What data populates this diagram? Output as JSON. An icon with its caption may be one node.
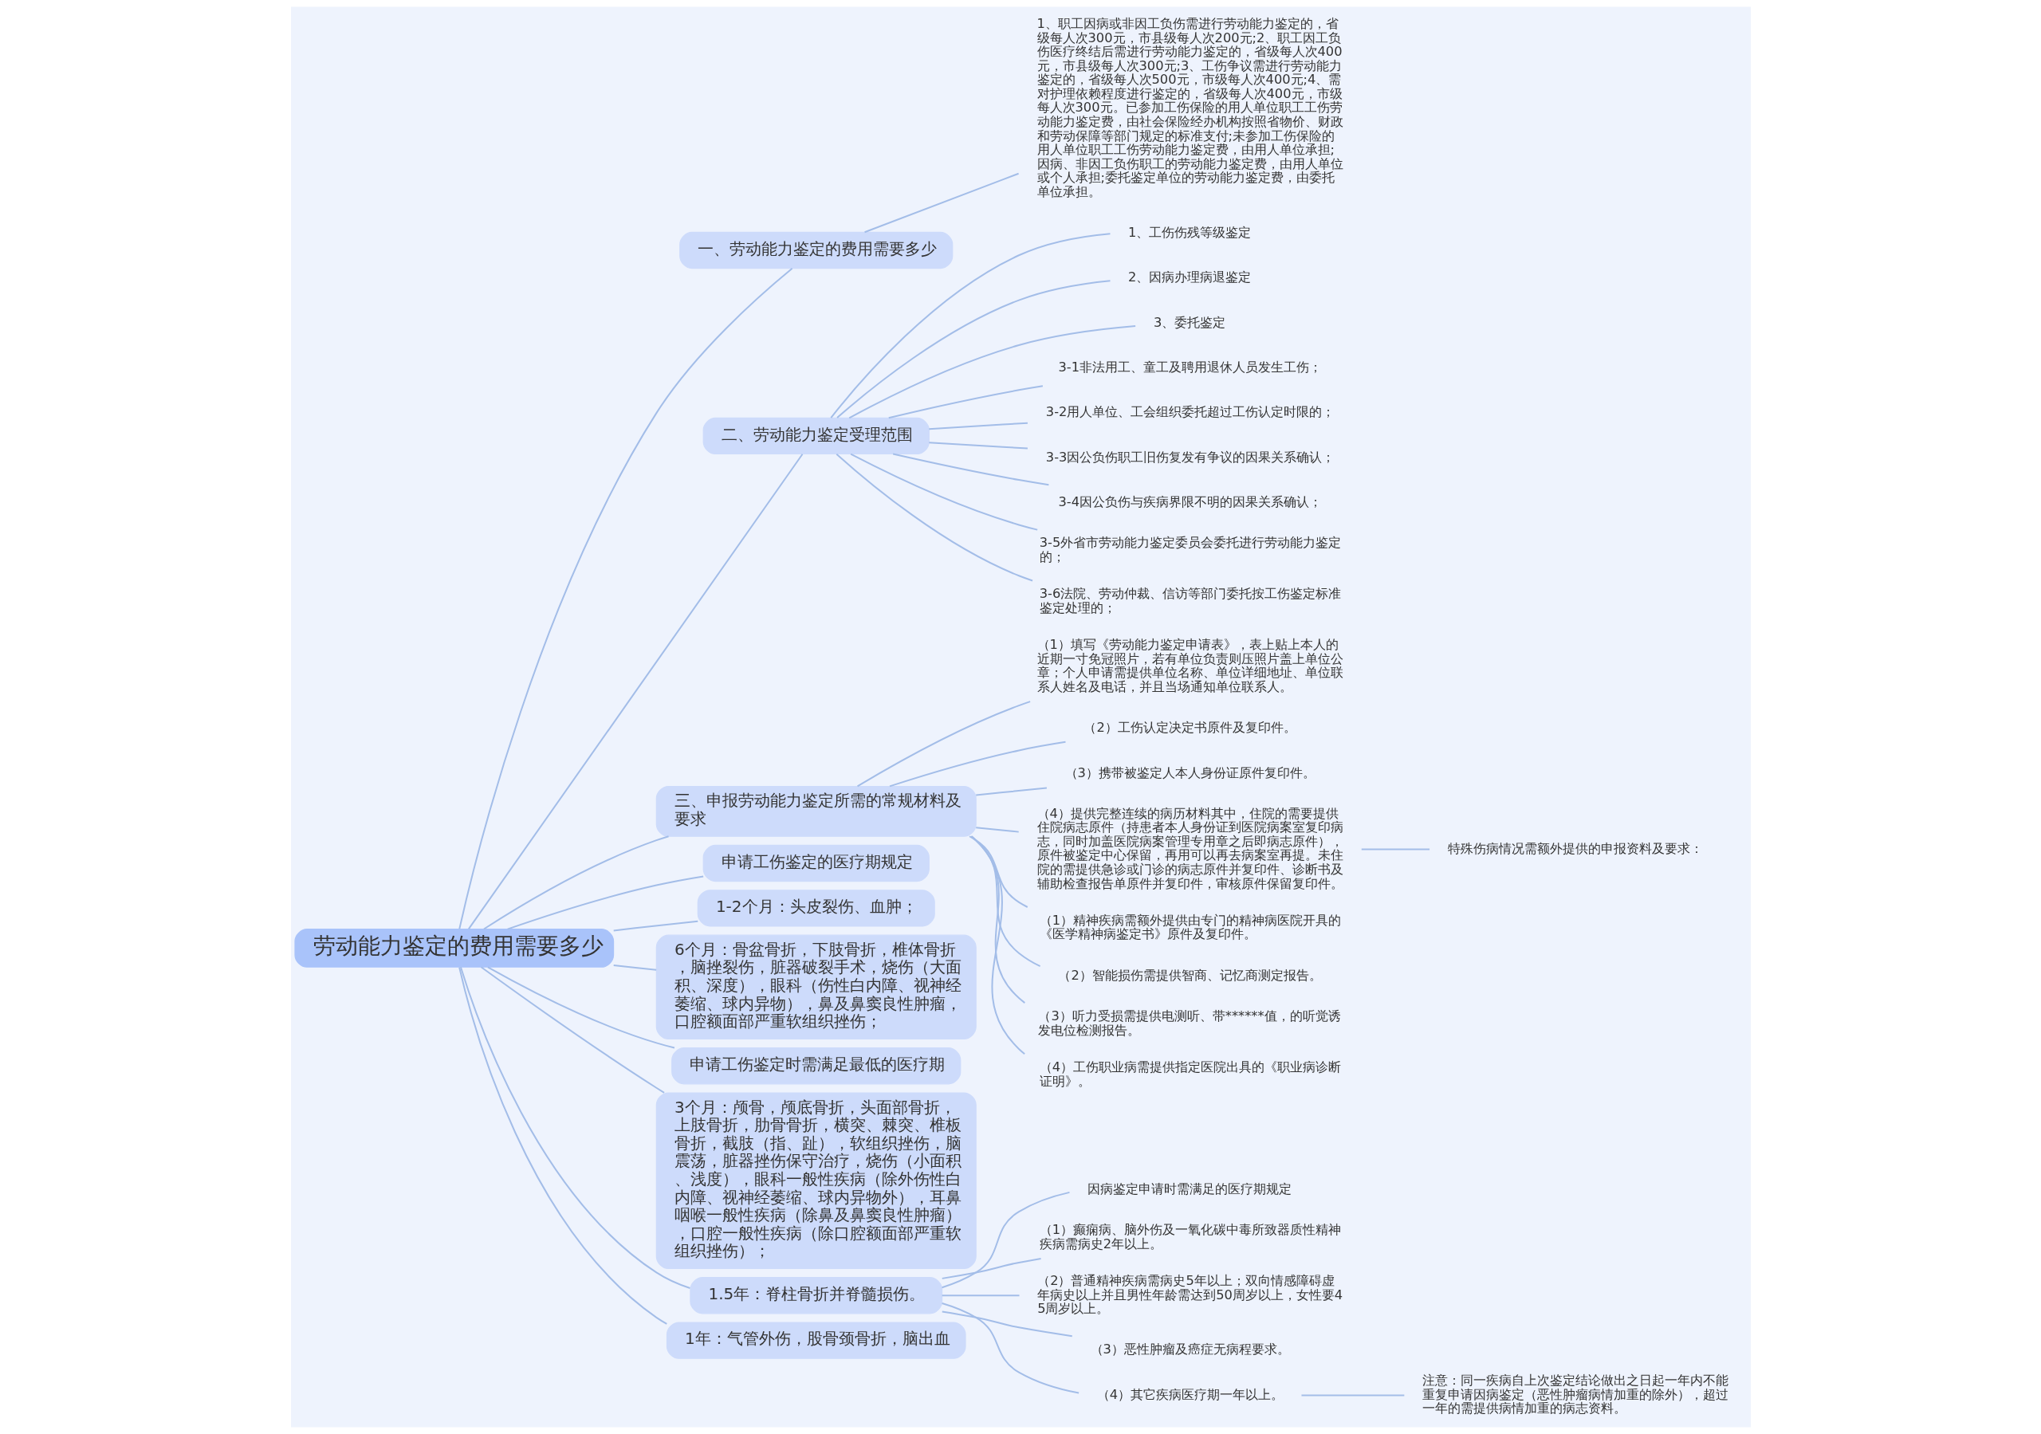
{
  "diagram": {
    "nodes": [
      {
        "text": [
          "劳动能力鉴定的费用需要多少"
        ]
      },
      {
        "text": [
          "一、劳动能力鉴定的费用需要多少"
        ]
      },
      {
        "text": [
          "1、职工因病或非因工负伤需进行劳动能力鉴定的，省级每人次300元，市县级每人次200元;2、职工因工负伤医疗终结后需进行劳动能力鉴定的，省级每人次400元，市县级每人次300元;3、工伤争议需进行劳动能力鉴定的，省级每人次500元，市级每人次400元;4、需对护理依赖程度进行鉴定的，省级每人次400元，市级每人次300元。已参加工伤保险的用人单位职工工伤劳动能力鉴定费，由社会保险经办机构按照省物价、财政和劳动保障等部门规定的标准支付;未参加工伤保险的用人单位职工工伤劳动能力鉴定费，由用人单位承担;因病、非因工负伤职工的劳动能力鉴定费，由用人单位或个人承担;委托鉴定单位的劳动能力鉴定费，由委托单位承担。"
        ]
      },
      {
        "text": [
          "二、劳动能力鉴定受理范围"
        ]
      },
      {
        "text": [
          "1、工伤伤残等级鉴定"
        ]
      },
      {
        "text": [
          "2、因病办理病退鉴定"
        ]
      },
      {
        "text": [
          "3、委托鉴定"
        ]
      },
      {
        "text": [
          "3-1非法用工、童工及聘用退休人员发生工伤；"
        ]
      },
      {
        "text": [
          "3-2用人单位、工会组织委托超过工伤认定时限的；"
        ]
      },
      {
        "text": [
          "3-3因公负伤职工旧伤复发有争议的因果关系确认；"
        ]
      },
      {
        "text": [
          "3-4因公负伤与疾病界限不明的因果关系确认；"
        ]
      },
      {
        "text": [
          "3-5外省市劳动能力鉴定委员会委托进行劳动能力鉴定的；"
        ]
      },
      {
        "text": [
          "3-6法院、劳动仲裁、信访等部门委托按工伤鉴定标准鉴定处理的；"
        ]
      },
      {
        "text": [
          "三、申报劳动能力鉴定所需的常规材料及要求"
        ]
      },
      {
        "text": [
          "（1）填写《劳动能力鉴定申请表》，表上贴上本人的近期一寸免冠照片，若有单位负责则压照片盖上单位公章；个人申请需提供单位名称、单位详细地址、单位联系人姓名及电话，并且当场通知单位联系人。"
        ]
      },
      {
        "text": [
          "（2）工伤认定决定书原件及复印件。"
        ]
      },
      {
        "text": [
          "（3）携带被鉴定人本人身份证原件复印件。"
        ]
      },
      {
        "text": [
          "（4）提供完整连续的病历材料其中，住院的需要提供住院病志原件（持患者本人身份证到医院病案室复印病志，同时加盖医院病案管理专用章之后即病志原件），原件被鉴定中心保留，再用可以再去病案室再提。未住院的需提供急诊或门诊的病志原件并复印件、诊断书及辅助检查报告单原件并复印件，审核原件保留复印件。"
        ]
      },
      {
        "text": [
          "特殊伤病情况需额外提供的申报资料及要求："
        ]
      },
      {
        "text": [
          "（1）精神疾病需额外提供由专门的精神病医院开具的《医学精神病鉴定书》原件及复印件。"
        ]
      },
      {
        "text": [
          "（2）智能损伤需提供智商、记忆商测定报告。"
        ]
      },
      {
        "text": [
          "（3）听力受损需提供电测听、带******值，的听觉诱发电位检测报告。"
        ]
      },
      {
        "text": [
          "（4）工伤职业病需提供指定医院出具的《职业病诊断证明》。"
        ]
      },
      {
        "text": [
          "申请工伤鉴定的医疗期规定"
        ]
      },
      {
        "text": [
          "1-2个月：头皮裂伤、血肿；"
        ]
      },
      {
        "text": [
          "6个月：骨盆骨折，下肢骨折，椎体骨折，脑挫裂伤，脏器破裂手术，烧伤（大面积、深度），眼科（伤性白内障、视神经萎缩、球内异物），鼻及鼻窦良性肿瘤，口腔额面部严重软组织挫伤；"
        ]
      },
      {
        "text": [
          "申请工伤鉴定时需满足最低的医疗期"
        ]
      },
      {
        "text": [
          "3个月：颅骨，颅底骨折，头面部骨折，上肢骨折，肋骨骨折，横突、棘突、椎板骨折，截肢（指、趾），软组织挫伤，脑震荡，脏器挫伤保守治疗，烧伤（小面积、浅度），眼科一般性疾病（除外伤性白内障、视神经萎缩、球内异物外），耳鼻咽喉一般性疾病（除鼻及鼻窦良性肿瘤），口腔一般性疾病（除口腔额面部严重软组织挫伤）；"
        ]
      },
      {
        "text": [
          "1.5年：脊柱骨折并脊髓损伤。"
        ]
      },
      {
        "text": [
          "因病鉴定申请时需满足的医疗期规定"
        ]
      },
      {
        "text": [
          "（1）癫痫病、脑外伤及一氧化碳中毒所致器质性精神疾病需病史2年以上。"
        ]
      },
      {
        "text": [
          "（2）普通精神疾病需病史5年以上；双向情感障碍虚年病史以上并且男性年龄需达到50周岁以上，女性要45周岁以上。"
        ]
      },
      {
        "text": [
          "（3）恶性肿瘤及癌症无病程要求。"
        ]
      },
      {
        "text": [
          "（4）其它疾病医疗期一年以上。"
        ]
      },
      {
        "text": [
          "注意：同一疾病自上次鉴定结论做出之日起一年内不能重复申请因病鉴定（恶性肿瘤病情加重的除外），超过一年的需提供病情加重的病志资料。"
        ]
      },
      {
        "text": [
          "1年：气管外伤，股骨颈骨折，脑出血"
        ]
      }
    ],
    "edges": [
      {
        "from": 0,
        "to": 1,
        "arrow": "none"
      },
      {
        "from": 1,
        "to": 2,
        "arrow": "none"
      },
      {
        "from": 0,
        "to": 3,
        "arrow": "none"
      },
      {
        "from": 3,
        "to": 4,
        "arrow": "none"
      },
      {
        "from": 3,
        "to": 5,
        "arrow": "none"
      },
      {
        "from": 3,
        "to": 6,
        "arrow": "none"
      },
      {
        "from": 3,
        "to": 7,
        "arrow": "none"
      },
      {
        "from": 3,
        "to": 8,
        "arrow": "none"
      },
      {
        "from": 3,
        "to": 9,
        "arrow": "none"
      },
      {
        "from": 3,
        "to": 10,
        "arrow": "none"
      },
      {
        "from": 3,
        "to": 11,
        "arrow": "none"
      },
      {
        "from": 3,
        "to": 12,
        "arrow": "none"
      },
      {
        "from": 0,
        "to": 13,
        "arrow": "none"
      },
      {
        "from": 13,
        "to": 14,
        "arrow": "none"
      },
      {
        "from": 13,
        "to": 15,
        "arrow": "none"
      },
      {
        "from": 13,
        "to": 16,
        "arrow": "none"
      },
      {
        "from": 13,
        "to": 17,
        "arrow": "none"
      },
      {
        "from": 17,
        "to": 18,
        "arrow": "none"
      },
      {
        "from": 13,
        "to": 19,
        "arrow": "none"
      },
      {
        "from": 13,
        "to": 20,
        "arrow": "none"
      },
      {
        "from": 13,
        "to": 21,
        "arrow": "none"
      },
      {
        "from": 13,
        "to": 22,
        "arrow": "none"
      },
      {
        "from": 0,
        "to": 23,
        "arrow": "none"
      },
      {
        "from": 0,
        "to": 24,
        "arrow": "none"
      },
      {
        "from": 0,
        "to": 25,
        "arrow": "none"
      },
      {
        "from": 0,
        "to": 26,
        "arrow": "none"
      },
      {
        "from": 0,
        "to": 27,
        "arrow": "none"
      },
      {
        "from": 0,
        "to": 28,
        "arrow": "none"
      },
      {
        "from": 28,
        "to": 29,
        "arrow": "none"
      },
      {
        "from": 28,
        "to": 30,
        "arrow": "none"
      },
      {
        "from": 28,
        "to": 31,
        "arrow": "none"
      },
      {
        "from": 28,
        "to": 32,
        "arrow": "none"
      },
      {
        "from": 28,
        "to": 33,
        "arrow": "none"
      },
      {
        "from": 33,
        "to": 34,
        "arrow": "none"
      },
      {
        "from": 0,
        "to": 35,
        "arrow": "none"
      }
    ]
  }
}
